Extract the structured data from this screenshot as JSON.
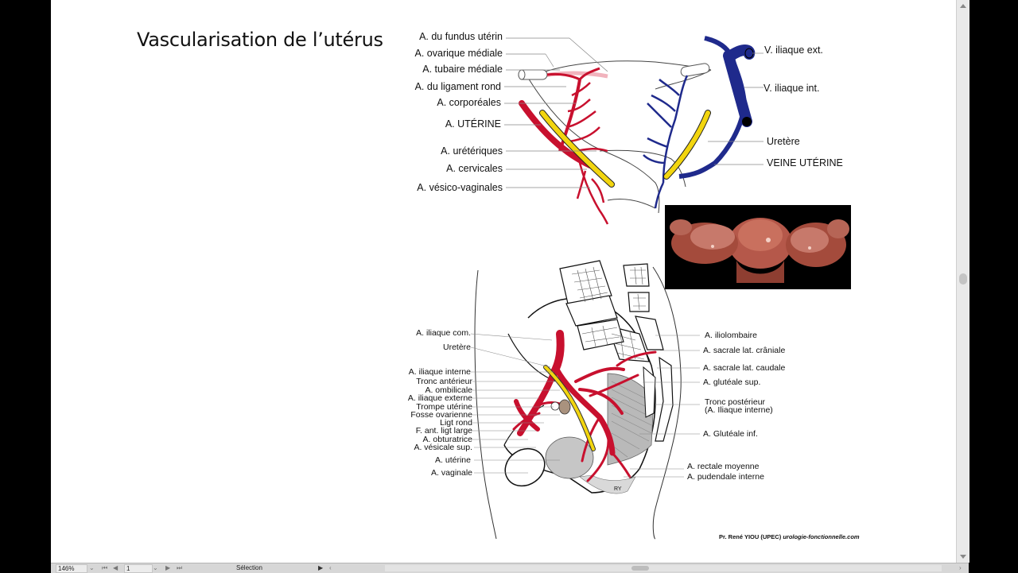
{
  "slide": {
    "title": "Vascularisation de l’utérus",
    "top_labels_left": [
      "A. du fundus utérin",
      "A. ovarique médiale",
      "A. tubaire médiale",
      "A. du ligament rond",
      "A. corporéales",
      "A. UTÉRINE",
      "A. urétériques",
      "A. cervicales",
      "A. vésico-vaginales"
    ],
    "top_labels_right": [
      "V. iliaque ext.",
      "V. iliaque int.",
      "Uretère",
      "VEINE UTÉRINE"
    ],
    "bottom_labels_left": [
      "A.  iliaque com.",
      "Uretère",
      "A. iliaque interne",
      "Tronc antérieur",
      "A. ombilicale",
      "A.  iliaque externe",
      "Trompe utérine",
      "Fosse ovarienne",
      "Ligt rond",
      "F. ant. ligt large",
      "A. obturatrice",
      "A. vésicale sup.",
      "A. utérine",
      "A. vaginale"
    ],
    "bottom_labels_right": [
      "A. iliolombaire",
      "A. sacrale lat. crâniale",
      "A. sacrale lat. caudale",
      "A. glutéale sup.",
      "Tronc postérieur",
      "(A. Iliaque interne)",
      "A. Glutéale inf.",
      "A. rectale moyenne",
      "A. pudendale interne"
    ],
    "diagram_mark": "RY",
    "credit_author": "Pr. René YIOU (UPEC)",
    "credit_site": "urologie-fonctionnelle.com"
  },
  "statusbar": {
    "zoom": "146%",
    "page": "1",
    "tool": "Sélection"
  },
  "colors": {
    "artery": "#c8102e",
    "vein": "#1f2a8c",
    "ureter": "#f2d50f",
    "uterus_photo": "#b85a4a"
  }
}
